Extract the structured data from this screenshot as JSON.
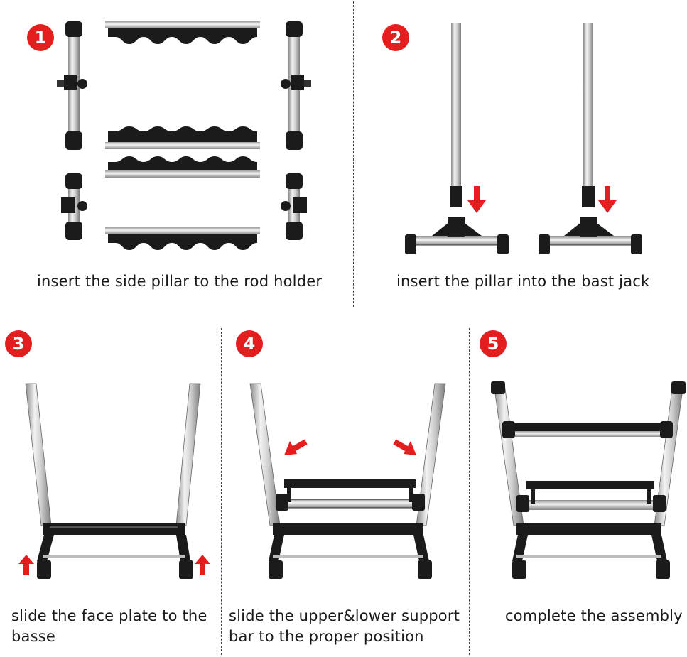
{
  "steps": [
    {
      "number": "1",
      "caption": "insert the side pillar to the rod holder"
    },
    {
      "number": "2",
      "caption": "insert the pillar into the bast jack"
    },
    {
      "number": "3",
      "caption": "slide the face plate to the basse"
    },
    {
      "number": "4",
      "caption": "slide the upper&lower support bar to the proper position"
    },
    {
      "number": "5",
      "caption": "complete the assembly"
    }
  ],
  "colors": {
    "badge": "#e41e1e",
    "arrow": "#e41e1e",
    "metal": "#c9c9c9",
    "plastic": "#1b1b1b"
  }
}
